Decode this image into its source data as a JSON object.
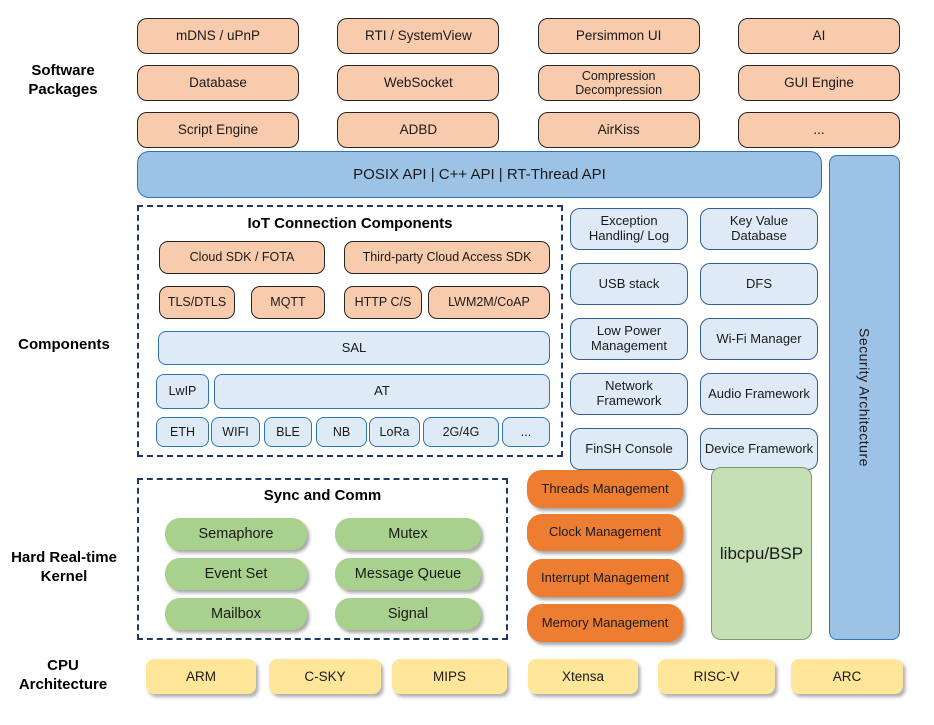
{
  "side_labels": {
    "software": "Software Packages",
    "components": "Components",
    "kernel": "Hard Real-time Kernel",
    "cpu": "CPU Architecture"
  },
  "packages": {
    "items": [
      "mDNS / uPnP",
      "RTI / SystemView",
      "Persimmon UI",
      "AI",
      "Database",
      "WebSocket",
      "Compression Decompression",
      "GUI Engine",
      "Script Engine",
      "ADBD",
      "AirKiss",
      "..."
    ]
  },
  "api_bar": {
    "label": "POSIX API | C++ API | RT-Thread API"
  },
  "security_bar": {
    "label": "Security Architecture"
  },
  "iot": {
    "title": "IoT Connection Components",
    "cloud_sdk": "Cloud SDK / FOTA",
    "third_party": "Third-party Cloud Access SDK",
    "protocols": [
      "TLS/DTLS",
      "MQTT",
      "HTTP C/S",
      "LWM2M/CoAP"
    ],
    "sal": "SAL",
    "lwip": "LwIP",
    "at": "AT",
    "links": [
      "ETH",
      "WIFI",
      "BLE",
      "NB",
      "LoRa",
      "2G/4G",
      "..."
    ]
  },
  "services": {
    "items": [
      "Exception Handling/ Log",
      "Key Value Database",
      "USB stack",
      "DFS",
      "Low Power Management",
      "Wi-Fi Manager",
      "Network Framework",
      "Audio Framework",
      "FinSH Console",
      "Device Framework"
    ]
  },
  "kernel": {
    "sync_title": "Sync and Comm",
    "sync_items": [
      "Semaphore",
      "Mutex",
      "Event Set",
      "Message Queue",
      "Mailbox",
      "Signal"
    ],
    "mgmt_items": [
      "Threads Management",
      "Clock Management",
      "Interrupt Management",
      "Memory Management"
    ],
    "libcpu": "libcpu/BSP"
  },
  "cpu": {
    "items": [
      "ARM",
      "C-SKY",
      "MIPS",
      "Xtensa",
      "RISC-V",
      "ARC"
    ]
  },
  "colors": {
    "package_fill": "#F8CBAD",
    "api_fill": "#9CC2E5",
    "api_border": "#2E75B6",
    "service_fill": "#DEEBF7",
    "service_border": "#365F91",
    "green_fill": "#A9D18E",
    "mgmt_fill": "#ED7D31",
    "libcpu_fill": "#C5E0B4",
    "yellow_fill": "#FFE699",
    "dash_border": "#1F3864"
  }
}
